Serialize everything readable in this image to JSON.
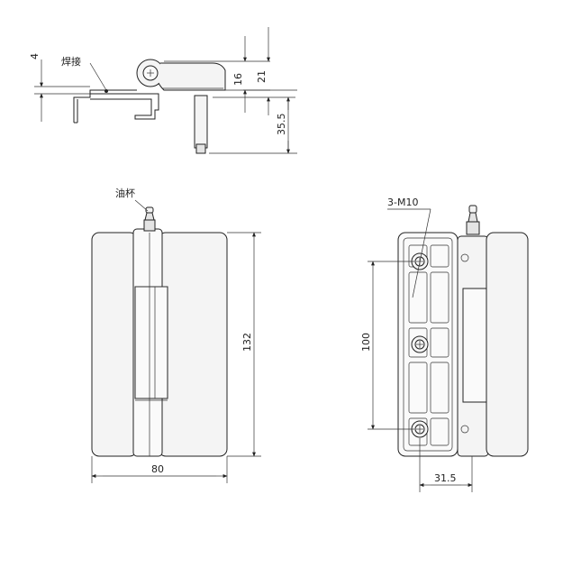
{
  "top_view": {
    "label_weld": "焊接",
    "dim_4": "4",
    "dim_16": "16",
    "dim_21": "21",
    "dim_35_5": "35.5"
  },
  "front_view": {
    "label_oil_cup": "油杯",
    "dim_height": "132",
    "dim_width": "80"
  },
  "back_view": {
    "label_holes": "3-M10",
    "dim_spacing": "100",
    "dim_offset": "31.5"
  }
}
